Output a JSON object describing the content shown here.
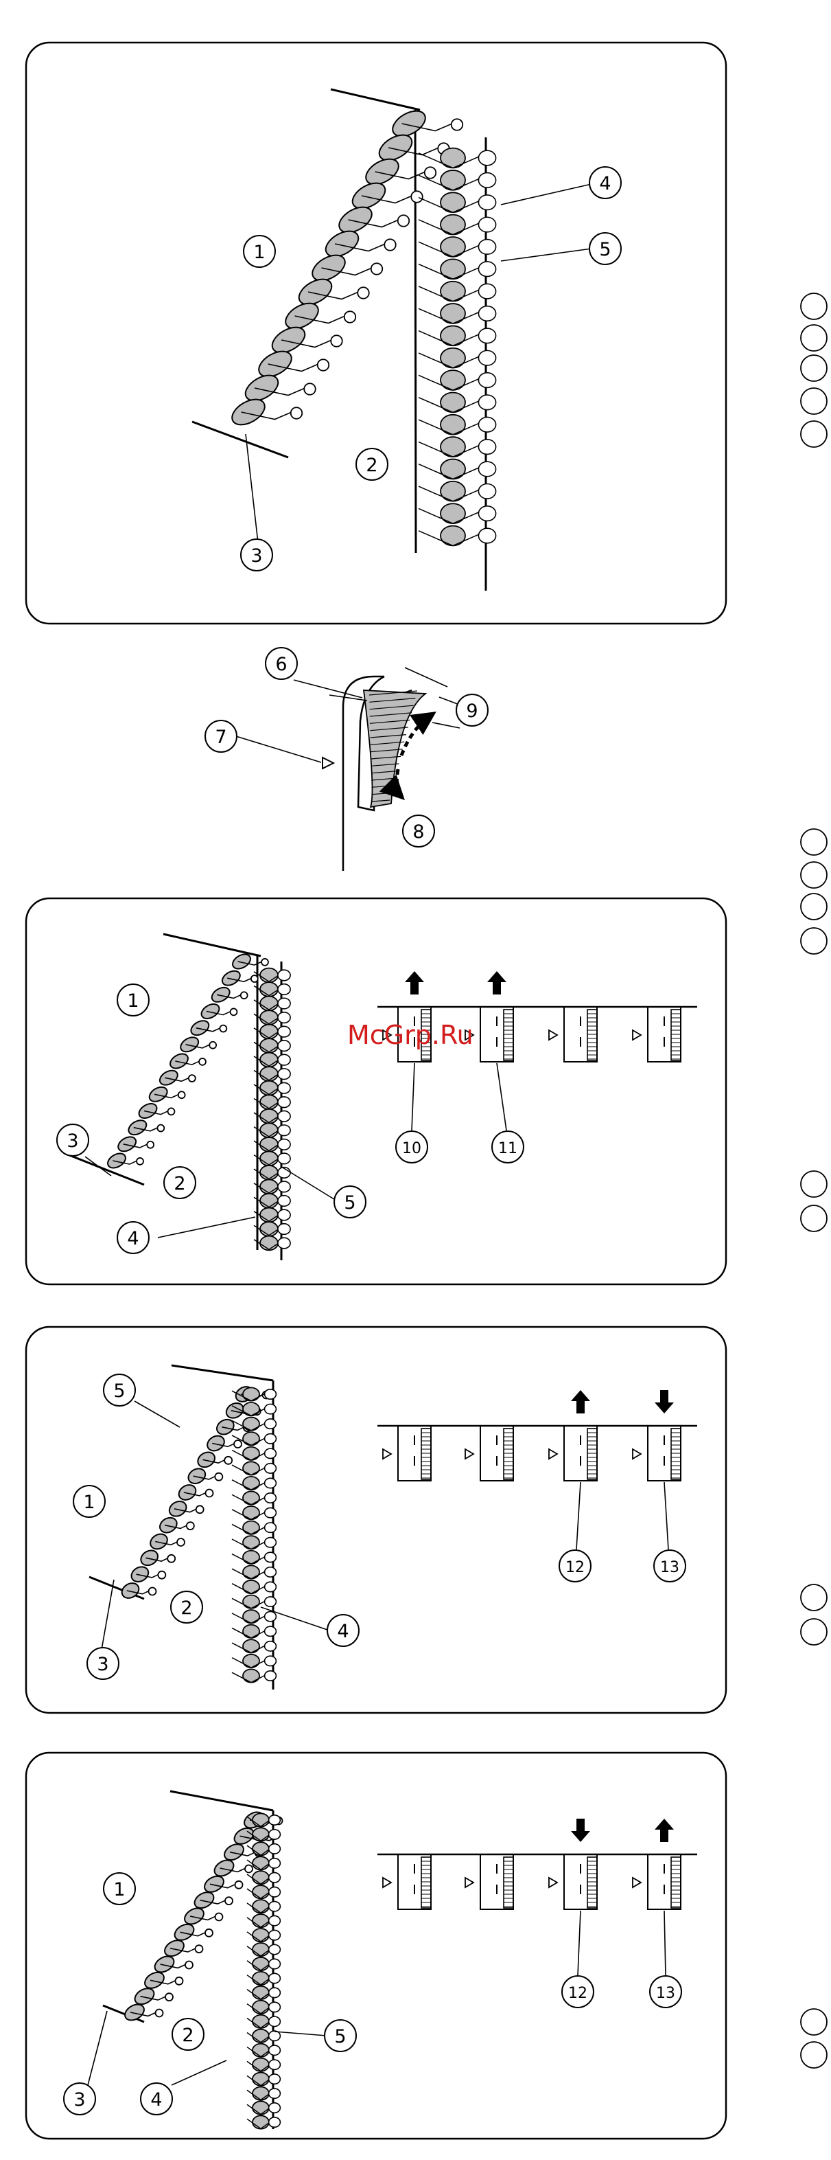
{
  "watermark": "McGrp.Ru",
  "labels": {
    "n1": "1",
    "n2": "2",
    "n3": "3",
    "n4": "4",
    "n5": "5",
    "n6": "6",
    "n7": "7",
    "n8": "8",
    "n9": "9",
    "n10": "10",
    "n11": "11",
    "n12": "12",
    "n13": "13"
  },
  "colors": {
    "stroke": "#000000",
    "thread": "#bdbdbd",
    "watermark": "#d31c1c"
  }
}
